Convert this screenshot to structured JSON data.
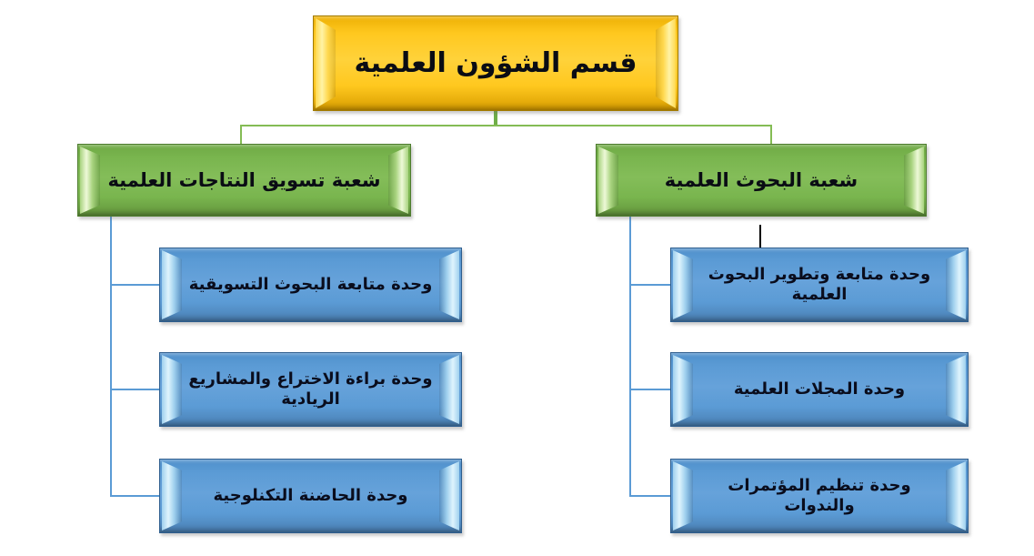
{
  "org_chart": {
    "root": {
      "label": "قسم الشؤون العلمية",
      "fill": "#ffc81f"
    },
    "branches": {
      "research": {
        "label": "شعبة البحوث العلمية",
        "fill": "#79b54e",
        "units": [
          {
            "label": "وحدة متابعة وتطوير البحوث العلمية"
          },
          {
            "label": "وحدة المجلات العلمية"
          },
          {
            "label": "وحدة تنظيم المؤتمرات والندوات"
          }
        ]
      },
      "marketing": {
        "label": "شعبة تسويق النتاجات العلمية",
        "fill": "#79b54e",
        "units": [
          {
            "label": "وحدة متابعة البحوث التسويقية"
          },
          {
            "label": "وحدة براءة الاختراع والمشاريع الريادية"
          },
          {
            "label": "وحدة الحاضنة التكنلوجية"
          }
        ]
      }
    },
    "unit_fill": "#5b9bd5",
    "connector_colors": {
      "green": "#84bc55",
      "blue": "#5b9bd5",
      "black": "#000000"
    }
  }
}
